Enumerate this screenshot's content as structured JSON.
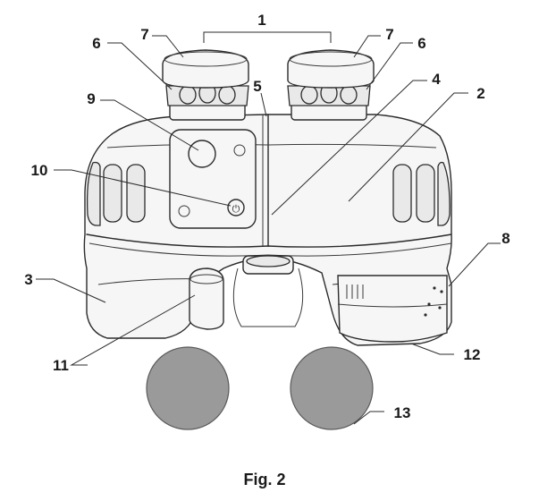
{
  "caption": "Fig. 2",
  "callouts": [
    {
      "id": "1",
      "label": "1"
    },
    {
      "id": "2",
      "label": "2"
    },
    {
      "id": "3",
      "label": "3"
    },
    {
      "id": "4",
      "label": "4"
    },
    {
      "id": "5",
      "label": "5"
    },
    {
      "id": "6-left",
      "label": "6"
    },
    {
      "id": "6-right",
      "label": "6"
    },
    {
      "id": "7-left",
      "label": "7"
    },
    {
      "id": "7-right",
      "label": "7"
    },
    {
      "id": "8",
      "label": "8"
    },
    {
      "id": "9",
      "label": "9"
    },
    {
      "id": "10",
      "label": "10"
    },
    {
      "id": "11",
      "label": "11"
    },
    {
      "id": "12",
      "label": "12"
    },
    {
      "id": "13",
      "label": "13"
    }
  ]
}
